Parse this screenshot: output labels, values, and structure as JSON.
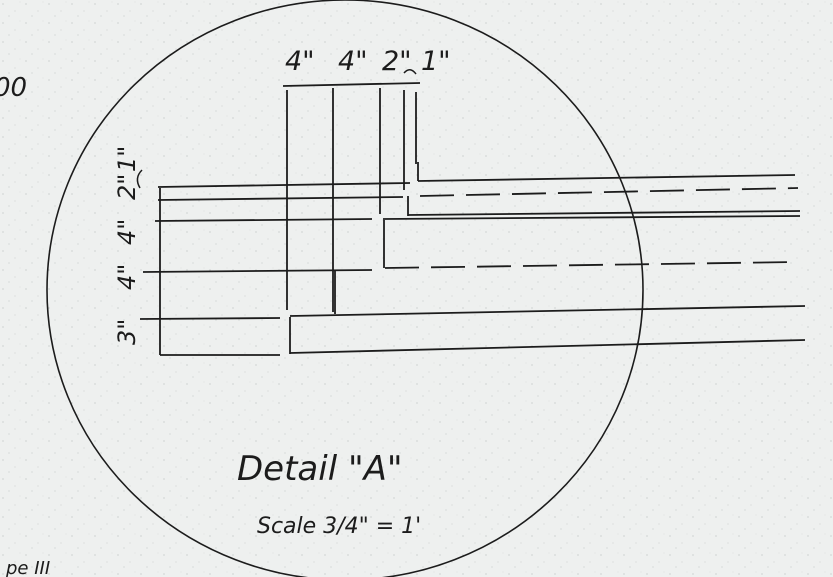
{
  "fragment_top_left": "00",
  "dimensions_top": [
    "4\"",
    "4\"",
    "2\"",
    "1\""
  ],
  "dimensions_left": [
    "3\"",
    "4\"",
    "4\"",
    "2\"",
    "1\""
  ],
  "detail_title": "Detail \"A\"",
  "detail_scale": "Scale 3/4\" = 1'",
  "fragment_bottom_left": "pe III",
  "colors": {
    "ink": "#1c1c1c",
    "paper": "#eef0ef"
  }
}
